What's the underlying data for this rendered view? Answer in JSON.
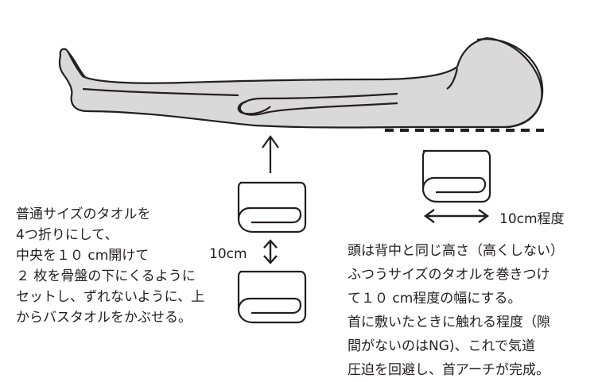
{
  "labels": {
    "gap": "10cm",
    "width": "10cm程度"
  },
  "left_note": [
    "普通サイズのタオルを",
    "4つ折りにして、",
    "中央を１０ cm開けて",
    "２ 枚を骨盤の下にくるように",
    "セットし、ずれないように、上",
    "からバスタオルをかぶせる。"
  ],
  "right_note": [
    "頭は背中と同じ高さ（高くしない）",
    "ふつうサイズのタオルを巻きつけ",
    "て１０ cm程度の幅にする。",
    "首に敷いたときに触れる程度（隙",
    "間がないのはNG)、これで気道",
    "圧迫を回避し、首アーチが完成。"
  ],
  "colors": {
    "body_fill": "#d9d9d9",
    "stroke": "#231f20"
  }
}
